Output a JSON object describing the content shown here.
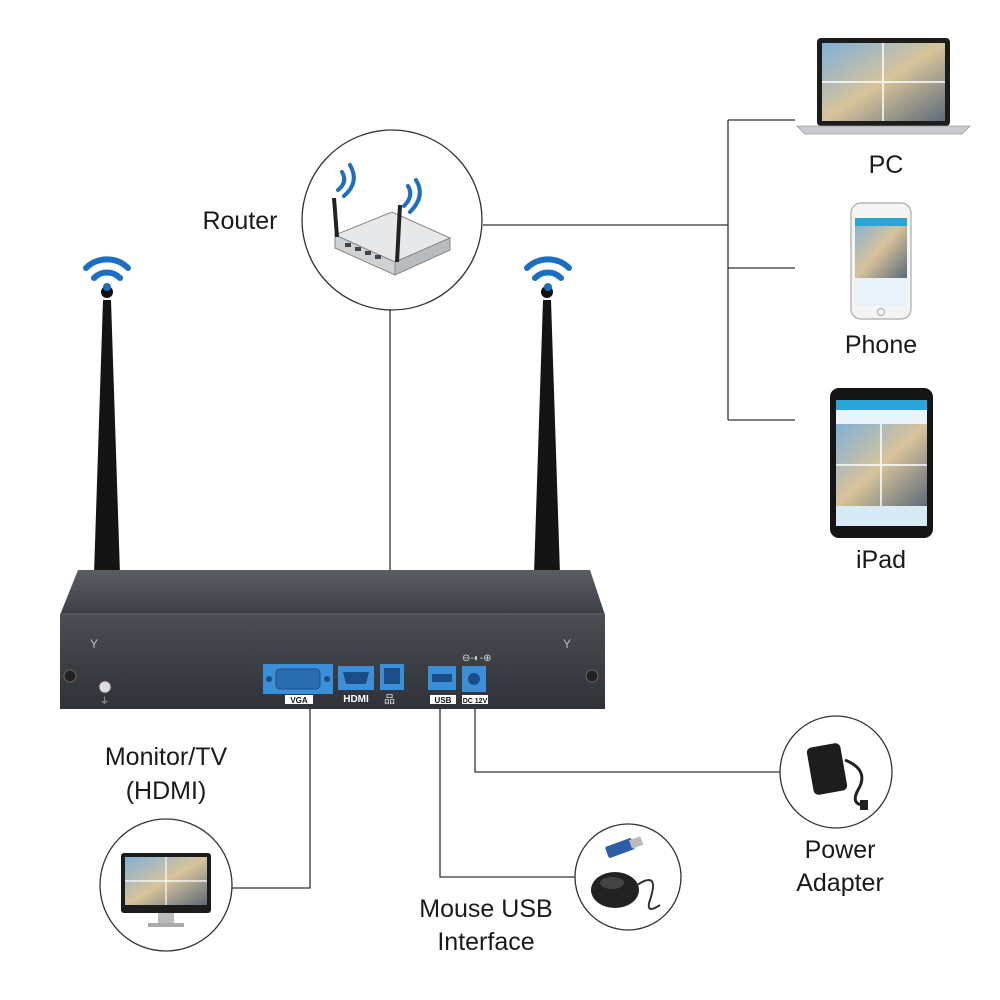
{
  "labels": {
    "router": "Router",
    "pc": "PC",
    "phone": "Phone",
    "ipad": "iPad",
    "monitor_line1": "Monitor/TV",
    "monitor_line2": "(HDMI)",
    "mouse_line1": "Mouse USB",
    "mouse_line2": "Interface",
    "power_line1": "Power",
    "power_line2": "Adapter"
  },
  "ports": {
    "vga": "VGA",
    "hdmi": "HDMI",
    "usb": "USB",
    "dc": "DC 12V"
  },
  "colors": {
    "wifi_blue": "#1a6fc4",
    "port_highlight": "#3a8fd8",
    "nvr_body": "#3d4046",
    "line": "#333333"
  },
  "icons": {
    "wifi": "wifi-icon",
    "antenna": "antenna-icon",
    "ground": "ground-icon",
    "ethernet": "ethernet-icon"
  }
}
